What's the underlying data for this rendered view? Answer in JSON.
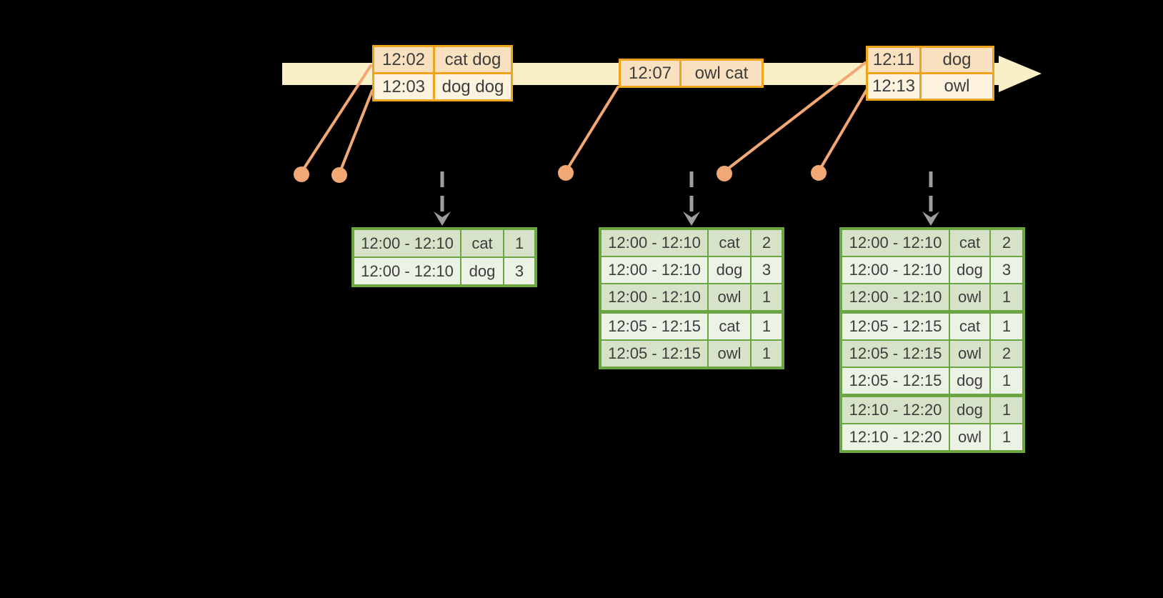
{
  "colors": {
    "background": "#000000",
    "timeline_fill": "#FAF0C8",
    "event_table_border": "#EFA41E",
    "event_row_dark": "#F9E0BE",
    "event_row_light": "#FDF3DE",
    "event_dot_and_line": "#F1A875",
    "trigger_arrow": "#9E9E9E",
    "result_table_border": "#6CA642",
    "result_row_dark": "#D7E3C9",
    "result_row_light": "#EDF2E6",
    "cell_text": "#3D3D3D"
  },
  "events": [
    {
      "rows": [
        {
          "time": "12:02",
          "words": "cat dog"
        },
        {
          "time": "12:03",
          "words": "dog dog"
        }
      ]
    },
    {
      "rows": [
        {
          "time": "12:07",
          "words": "owl cat"
        }
      ]
    },
    {
      "rows": [
        {
          "time": "12:11",
          "words": "dog"
        },
        {
          "time": "12:13",
          "words": "owl"
        }
      ]
    }
  ],
  "result_tables": [
    {
      "rows": [
        {
          "window": "12:00 - 12:10",
          "word": "cat",
          "count": "1"
        },
        {
          "window": "12:00 - 12:10",
          "word": "dog",
          "count": "3"
        }
      ]
    },
    {
      "rows": [
        {
          "window": "12:00 - 12:10",
          "word": "cat",
          "count": "2"
        },
        {
          "window": "12:00 - 12:10",
          "word": "dog",
          "count": "3"
        },
        {
          "window": "12:00 - 12:10",
          "word": "owl",
          "count": "1"
        },
        {
          "window": "12:05 - 12:15",
          "word": "cat",
          "count": "1"
        },
        {
          "window": "12:05 - 12:15",
          "word": "owl",
          "count": "1"
        }
      ]
    },
    {
      "rows": [
        {
          "window": "12:00 - 12:10",
          "word": "cat",
          "count": "2"
        },
        {
          "window": "12:00 - 12:10",
          "word": "dog",
          "count": "3"
        },
        {
          "window": "12:00 - 12:10",
          "word": "owl",
          "count": "1"
        },
        {
          "window": "12:05 - 12:15",
          "word": "cat",
          "count": "1"
        },
        {
          "window": "12:05 - 12:15",
          "word": "owl",
          "count": "2"
        },
        {
          "window": "12:05 - 12:15",
          "word": "dog",
          "count": "1"
        },
        {
          "window": "12:10 - 12:20",
          "word": "dog",
          "count": "1"
        },
        {
          "window": "12:10 - 12:20",
          "word": "owl",
          "count": "1"
        }
      ]
    }
  ]
}
